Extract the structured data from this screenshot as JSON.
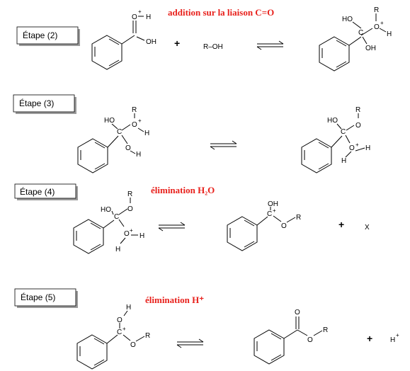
{
  "steps": [
    {
      "label": "Étape (2)",
      "note": "addition sur la liaison C=O"
    },
    {
      "label": "Étape (3)",
      "note": ""
    },
    {
      "label": "Étape (4)",
      "note": "élimination H₂O"
    },
    {
      "label": "Étape (5)",
      "note": "élimination H⁺"
    }
  ],
  "atoms": {
    "O": "O",
    "H": "H",
    "OH": "OH",
    "HO": "HO",
    "R": "R",
    "C": "C",
    "R_OH": "R–OH",
    "X": "X",
    "plus_charge": "+"
  },
  "operators": {
    "plus": "+"
  },
  "colors": {
    "note": "#e8211c",
    "ink": "#000000"
  }
}
